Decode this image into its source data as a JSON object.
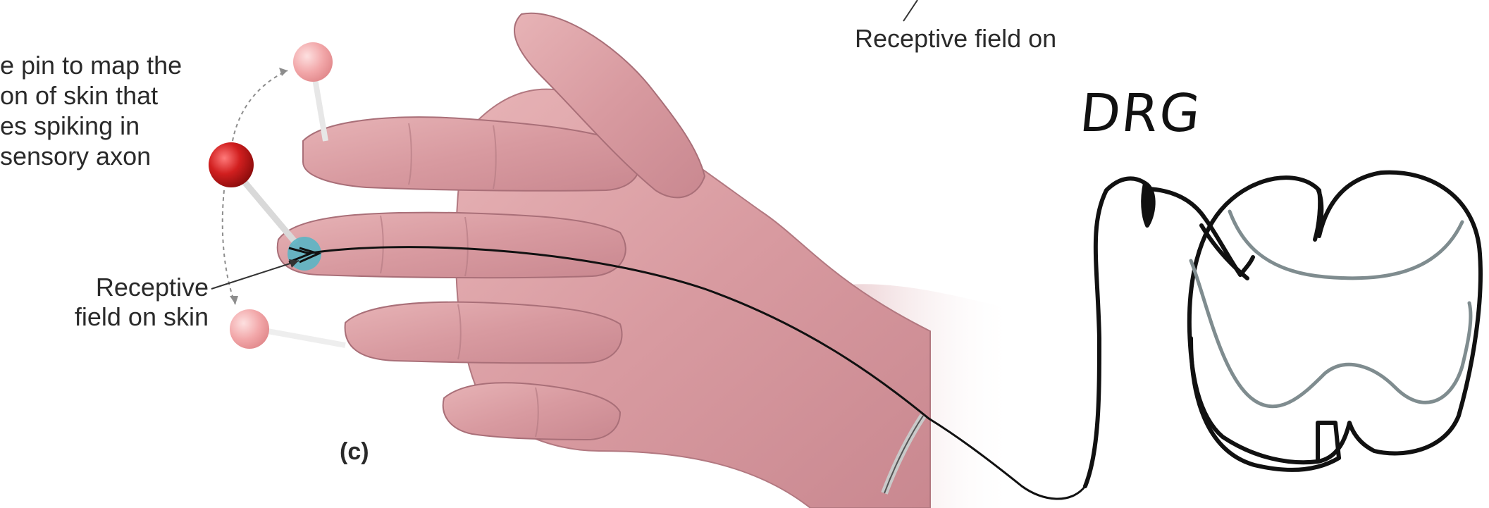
{
  "labels": {
    "instruction_lines": [
      "e pin to map the",
      "on of skin that",
      "es spiking in",
      "sensory axon"
    ],
    "receptive_field_skin_lines": [
      "Receptive",
      "field on skin"
    ],
    "receptive_field_top": "Receptive field on",
    "panel_letter": "(c)",
    "drg_annotation": "DRG"
  },
  "colors": {
    "skin": "#d99aa0",
    "skin_shadow": "#b9737c",
    "active_pin": "#c81e1e",
    "inactive_pin": "#f2a7a9",
    "receptive_spot": "#5bb5c4",
    "cord_gray_matter_outline": "#7f8c8f",
    "ink": "#111111"
  }
}
